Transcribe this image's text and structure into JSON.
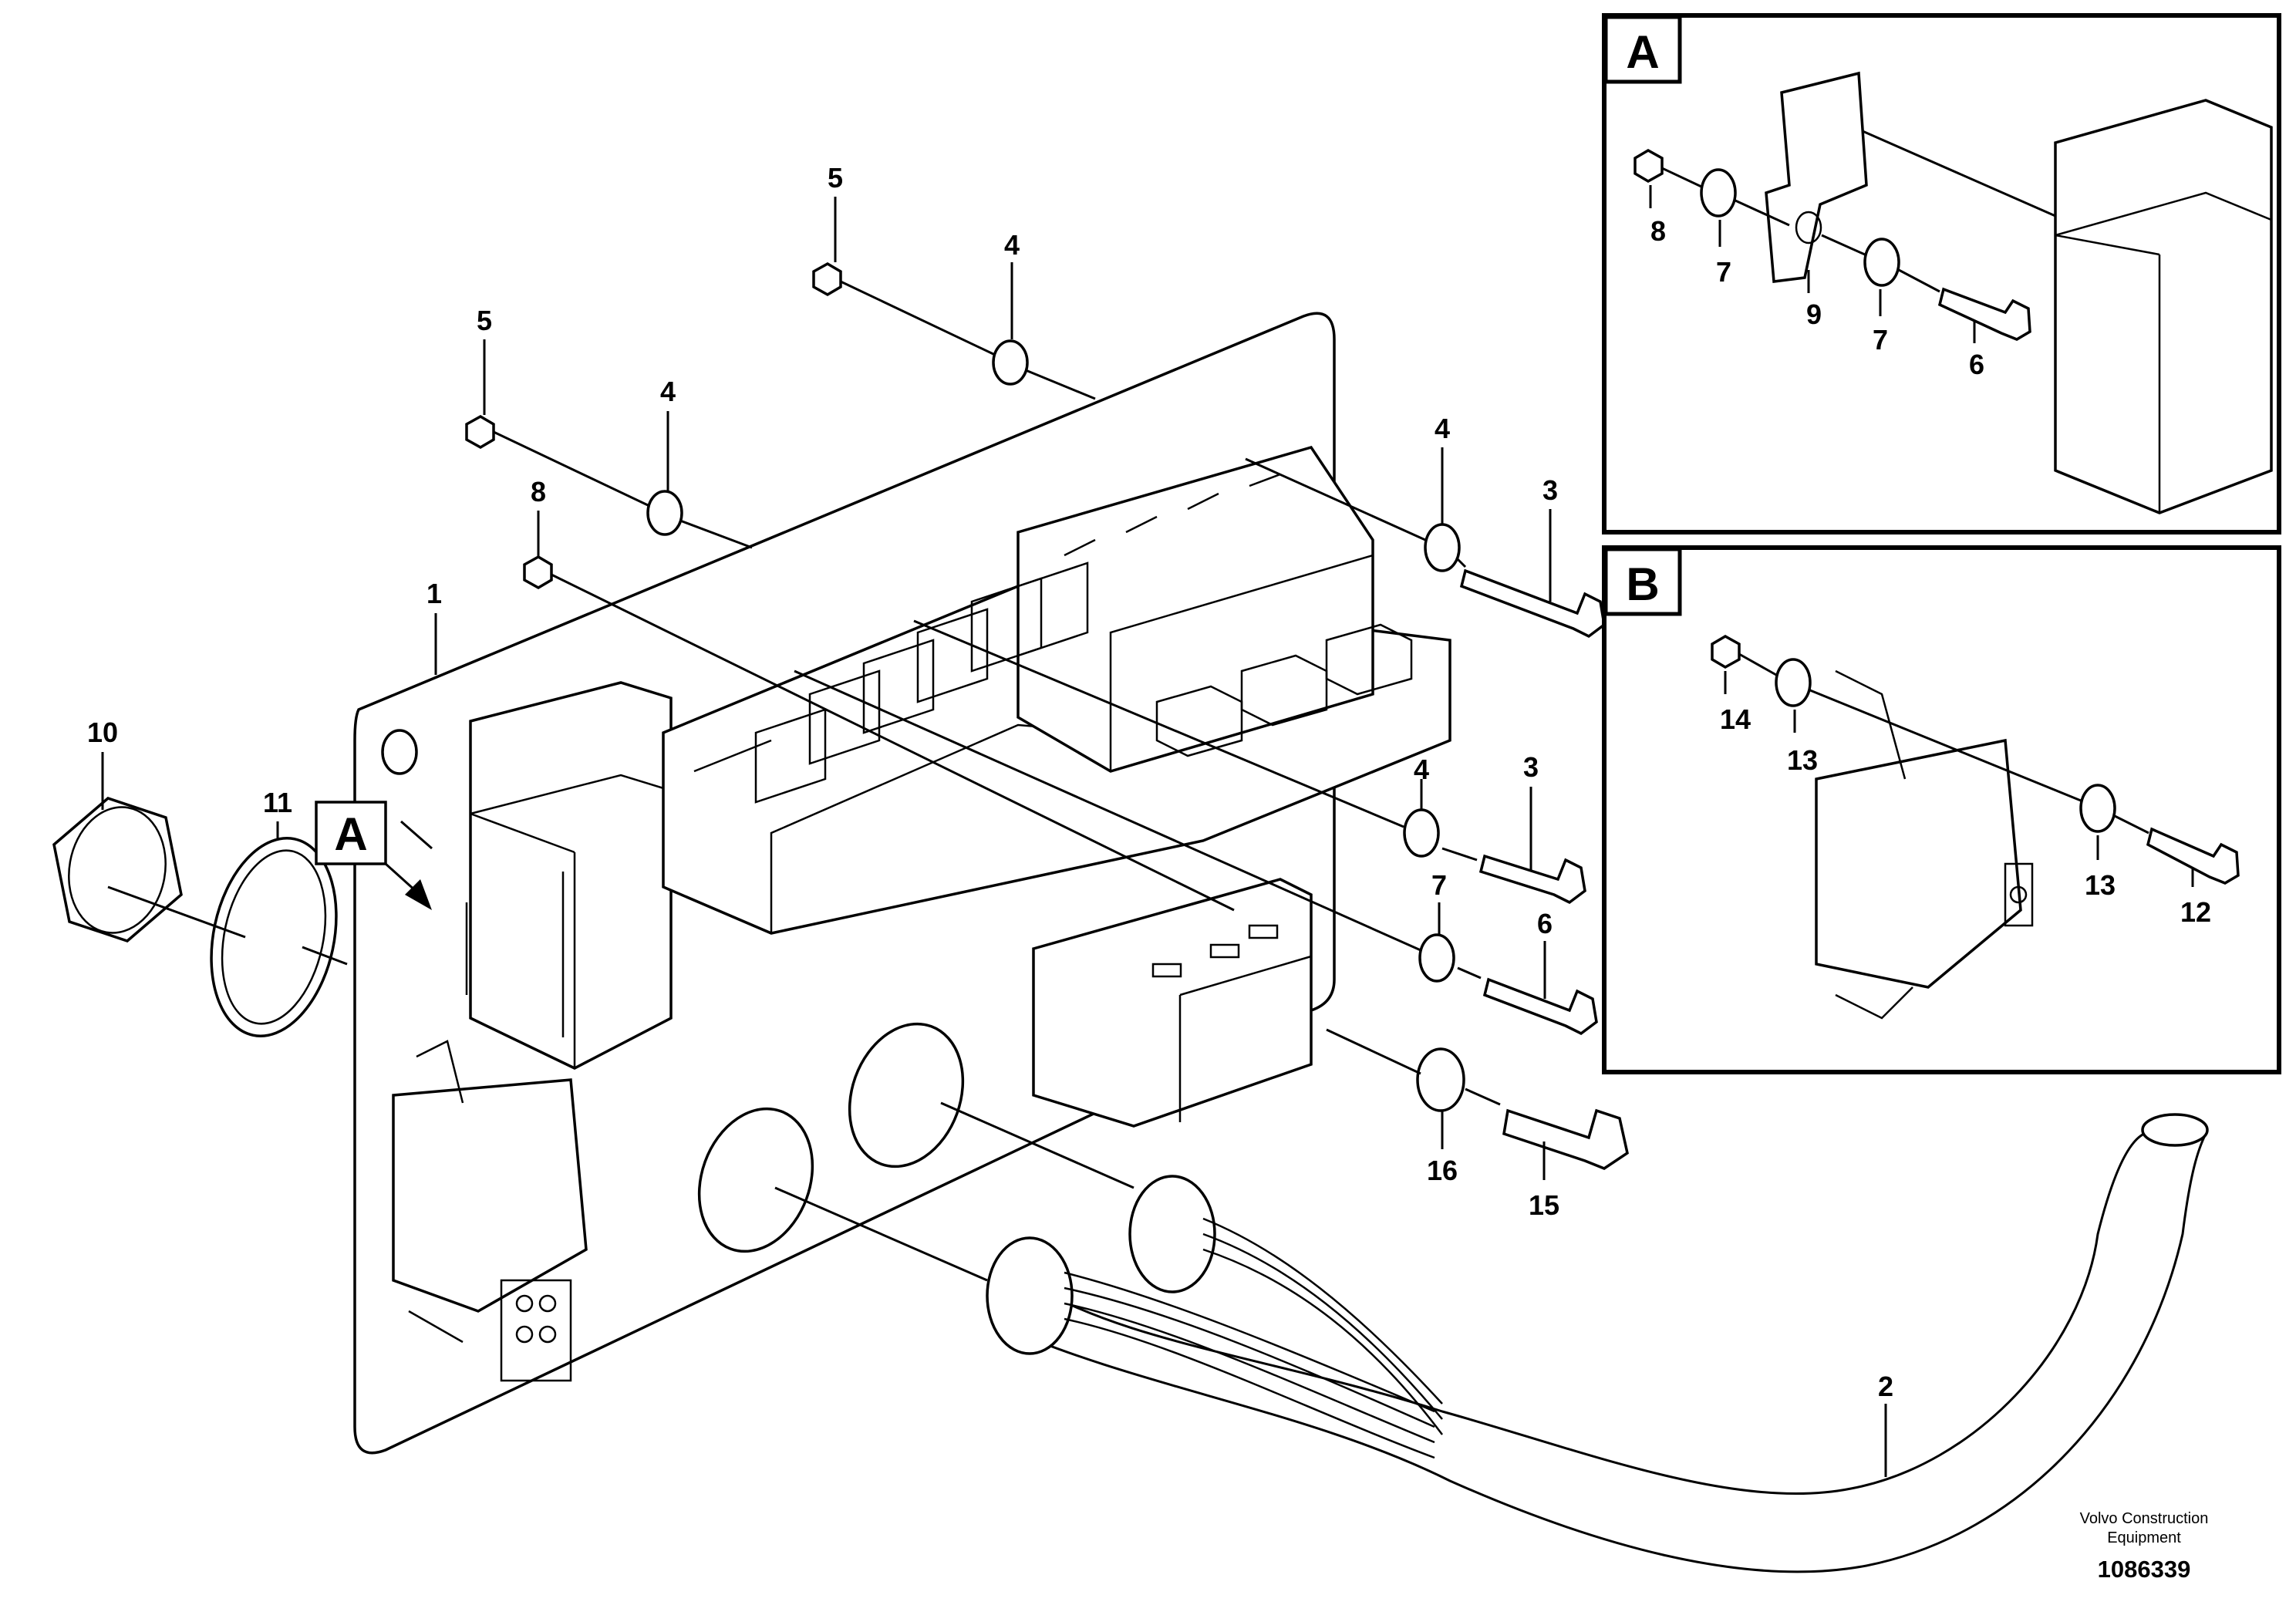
{
  "main_view": {
    "marker_letter": "A",
    "callouts": [
      "1",
      "2",
      "3",
      "3",
      "4",
      "4",
      "4",
      "4",
      "5",
      "5",
      "6",
      "7",
      "8",
      "10",
      "11",
      "15",
      "16"
    ]
  },
  "inset_a": {
    "letter": "A",
    "callouts": [
      "8",
      "7",
      "9",
      "7",
      "6"
    ]
  },
  "inset_b": {
    "letter": "B",
    "callouts": [
      "14",
      "13",
      "13",
      "12"
    ]
  },
  "footer": {
    "company_line1": "Volvo Construction",
    "company_line2": "Equipment",
    "document_number": "1086339"
  }
}
